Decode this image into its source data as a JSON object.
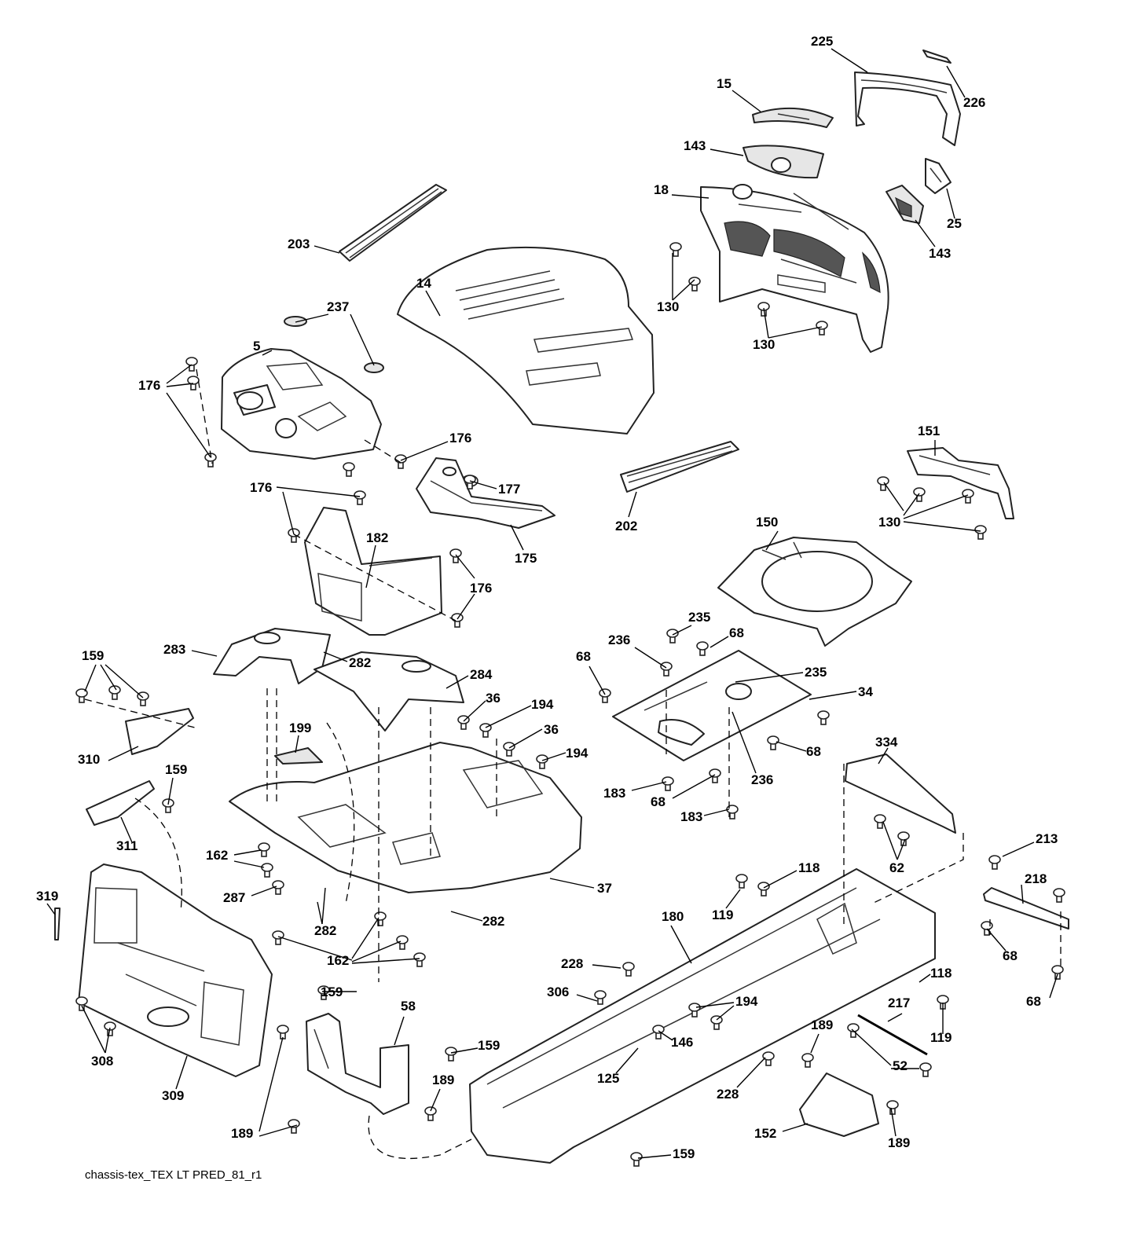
{
  "diagram": {
    "reference": "chassis-tex_TEX LT PRED_81_r1",
    "callouts": [
      "225",
      "226",
      "15",
      "143",
      "18",
      "25",
      "143",
      "203",
      "14",
      "130",
      "130",
      "237",
      "5",
      "176",
      "176",
      "176",
      "177",
      "175",
      "182",
      "176",
      "202",
      "151",
      "130",
      "150",
      "235",
      "68",
      "236",
      "68",
      "235",
      "34",
      "283",
      "282",
      "284",
      "159",
      "310",
      "36",
      "194",
      "36",
      "194",
      "199",
      "183",
      "68",
      "236",
      "183",
      "68",
      "334",
      "159",
      "311",
      "62",
      "319",
      "162",
      "287",
      "37",
      "282",
      "118",
      "213",
      "218",
      "119",
      "180",
      "68",
      "282",
      "162",
      "228",
      "118",
      "306",
      "194",
      "217",
      "308",
      "159",
      "58",
      "146",
      "189",
      "159",
      "119",
      "309",
      "189",
      "125",
      "52",
      "68",
      "228",
      "189",
      "152",
      "189",
      "159"
    ]
  }
}
